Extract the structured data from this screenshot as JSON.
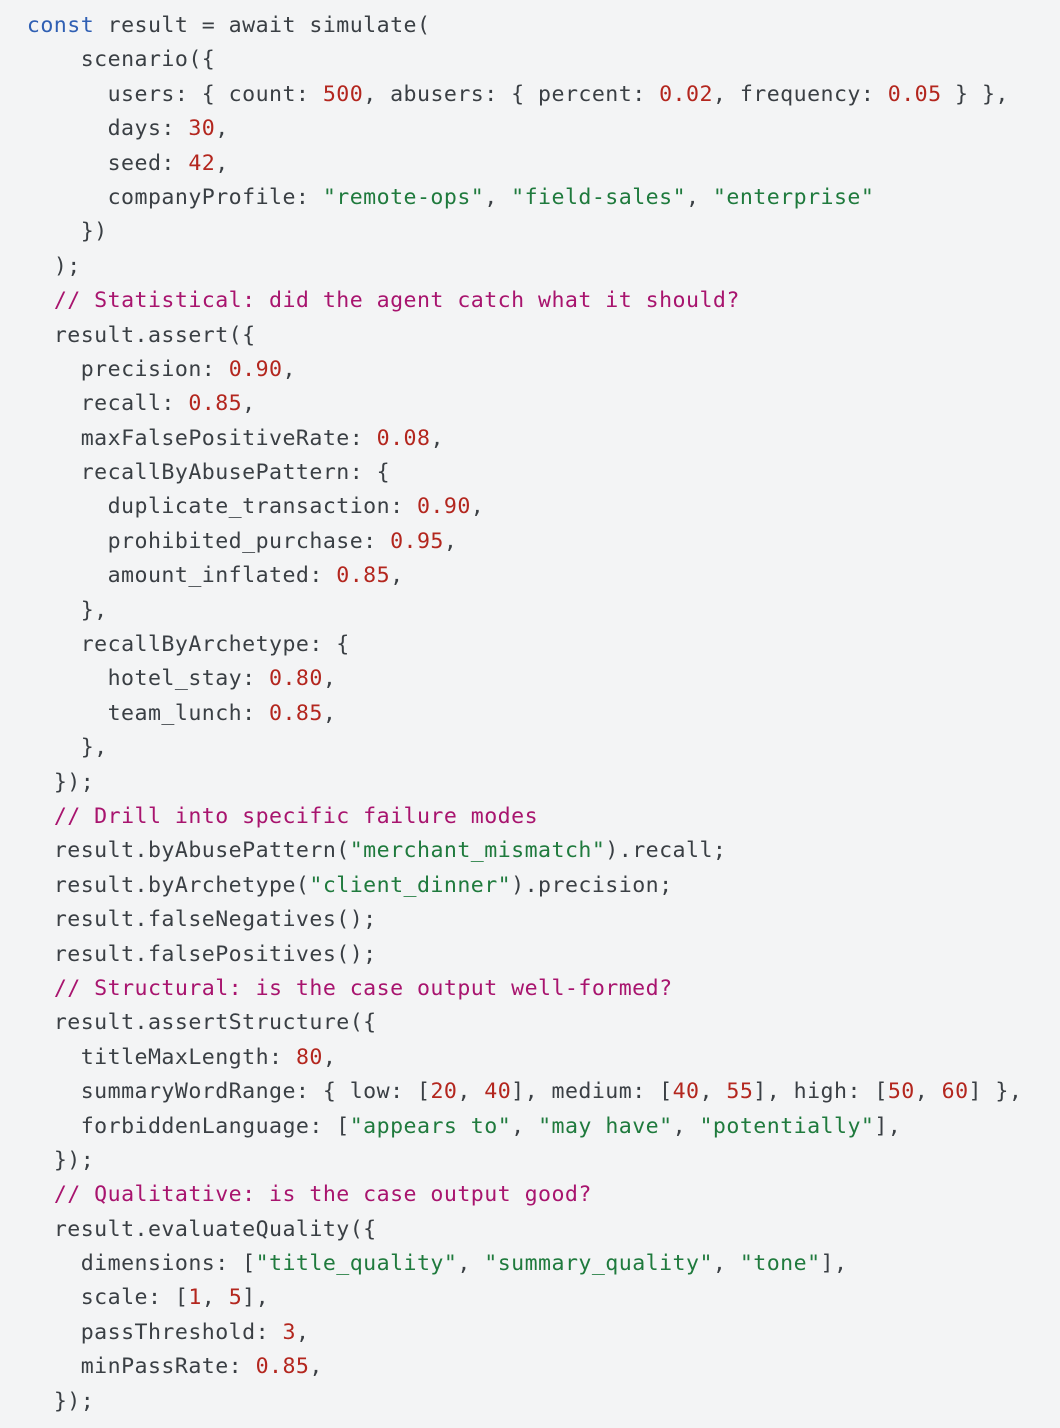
{
  "colors": {
    "background": "#f3f4f5",
    "text": "#3a3f44",
    "keyword": "#2f5fb3",
    "number": "#b3261e",
    "string": "#1f7a3d",
    "comment": "#a8146e"
  },
  "code": {
    "lines": [
      {
        "indent": "  ",
        "tokens": [
          {
            "t": "kw",
            "v": "const"
          },
          {
            "t": "pl",
            "v": " result = await simulate("
          }
        ]
      },
      {
        "indent": "      ",
        "tokens": [
          {
            "t": "pl",
            "v": "scenario({"
          }
        ]
      },
      {
        "indent": "        ",
        "tokens": [
          {
            "t": "pl",
            "v": "users: { count: "
          },
          {
            "t": "num",
            "v": "500"
          },
          {
            "t": "pl",
            "v": ", abusers: { percent: "
          },
          {
            "t": "num",
            "v": "0.02"
          },
          {
            "t": "pl",
            "v": ", frequency: "
          },
          {
            "t": "num",
            "v": "0.05"
          },
          {
            "t": "pl",
            "v": " } },"
          }
        ]
      },
      {
        "indent": "        ",
        "tokens": [
          {
            "t": "pl",
            "v": "days: "
          },
          {
            "t": "num",
            "v": "30"
          },
          {
            "t": "pl",
            "v": ","
          }
        ]
      },
      {
        "indent": "        ",
        "tokens": [
          {
            "t": "pl",
            "v": "seed: "
          },
          {
            "t": "num",
            "v": "42"
          },
          {
            "t": "pl",
            "v": ","
          }
        ]
      },
      {
        "indent": "        ",
        "tokens": [
          {
            "t": "pl",
            "v": "companyProfile: "
          },
          {
            "t": "str",
            "v": "\"remote-ops\""
          },
          {
            "t": "pl",
            "v": ", "
          },
          {
            "t": "str",
            "v": "\"field-sales\""
          },
          {
            "t": "pl",
            "v": ", "
          },
          {
            "t": "str",
            "v": "\"enterprise\""
          }
        ]
      },
      {
        "indent": "      ",
        "tokens": [
          {
            "t": "pl",
            "v": "})"
          }
        ]
      },
      {
        "indent": "    ",
        "tokens": [
          {
            "t": "pl",
            "v": ");"
          }
        ]
      },
      {
        "indent": "    ",
        "tokens": [
          {
            "t": "com",
            "v": "// Statistical: did the agent catch what it should?"
          }
        ]
      },
      {
        "indent": "    ",
        "tokens": [
          {
            "t": "pl",
            "v": "result.assert({"
          }
        ]
      },
      {
        "indent": "      ",
        "tokens": [
          {
            "t": "pl",
            "v": "precision: "
          },
          {
            "t": "num",
            "v": "0.90"
          },
          {
            "t": "pl",
            "v": ","
          }
        ]
      },
      {
        "indent": "      ",
        "tokens": [
          {
            "t": "pl",
            "v": "recall: "
          },
          {
            "t": "num",
            "v": "0.85"
          },
          {
            "t": "pl",
            "v": ","
          }
        ]
      },
      {
        "indent": "      ",
        "tokens": [
          {
            "t": "pl",
            "v": "maxFalsePositiveRate: "
          },
          {
            "t": "num",
            "v": "0.08"
          },
          {
            "t": "pl",
            "v": ","
          }
        ]
      },
      {
        "indent": "      ",
        "tokens": [
          {
            "t": "pl",
            "v": "recallByAbusePattern: {"
          }
        ]
      },
      {
        "indent": "        ",
        "tokens": [
          {
            "t": "pl",
            "v": "duplicate_transaction: "
          },
          {
            "t": "num",
            "v": "0.90"
          },
          {
            "t": "pl",
            "v": ","
          }
        ]
      },
      {
        "indent": "        ",
        "tokens": [
          {
            "t": "pl",
            "v": "prohibited_purchase: "
          },
          {
            "t": "num",
            "v": "0.95"
          },
          {
            "t": "pl",
            "v": ","
          }
        ]
      },
      {
        "indent": "        ",
        "tokens": [
          {
            "t": "pl",
            "v": "amount_inflated: "
          },
          {
            "t": "num",
            "v": "0.85"
          },
          {
            "t": "pl",
            "v": ","
          }
        ]
      },
      {
        "indent": "      ",
        "tokens": [
          {
            "t": "pl",
            "v": "},"
          }
        ]
      },
      {
        "indent": "      ",
        "tokens": [
          {
            "t": "pl",
            "v": "recallByArchetype: {"
          }
        ]
      },
      {
        "indent": "        ",
        "tokens": [
          {
            "t": "pl",
            "v": "hotel_stay: "
          },
          {
            "t": "num",
            "v": "0.80"
          },
          {
            "t": "pl",
            "v": ","
          }
        ]
      },
      {
        "indent": "        ",
        "tokens": [
          {
            "t": "pl",
            "v": "team_lunch: "
          },
          {
            "t": "num",
            "v": "0.85"
          },
          {
            "t": "pl",
            "v": ","
          }
        ]
      },
      {
        "indent": "      ",
        "tokens": [
          {
            "t": "pl",
            "v": "},"
          }
        ]
      },
      {
        "indent": "    ",
        "tokens": [
          {
            "t": "pl",
            "v": "});"
          }
        ]
      },
      {
        "indent": "    ",
        "tokens": [
          {
            "t": "com",
            "v": "// Drill into specific failure modes"
          }
        ]
      },
      {
        "indent": "    ",
        "tokens": [
          {
            "t": "pl",
            "v": "result.byAbusePattern("
          },
          {
            "t": "str",
            "v": "\"merchant_mismatch\""
          },
          {
            "t": "pl",
            "v": ").recall;"
          }
        ]
      },
      {
        "indent": "    ",
        "tokens": [
          {
            "t": "pl",
            "v": "result.byArchetype("
          },
          {
            "t": "str",
            "v": "\"client_dinner\""
          },
          {
            "t": "pl",
            "v": ").precision;"
          }
        ]
      },
      {
        "indent": "    ",
        "tokens": [
          {
            "t": "pl",
            "v": "result.falseNegatives();"
          }
        ]
      },
      {
        "indent": "    ",
        "tokens": [
          {
            "t": "pl",
            "v": "result.falsePositives();"
          }
        ]
      },
      {
        "indent": "    ",
        "tokens": [
          {
            "t": "com",
            "v": "// Structural: is the case output well-formed?"
          }
        ]
      },
      {
        "indent": "    ",
        "tokens": [
          {
            "t": "pl",
            "v": "result.assertStructure({"
          }
        ]
      },
      {
        "indent": "      ",
        "tokens": [
          {
            "t": "pl",
            "v": "titleMaxLength: "
          },
          {
            "t": "num",
            "v": "80"
          },
          {
            "t": "pl",
            "v": ","
          }
        ]
      },
      {
        "indent": "      ",
        "tokens": [
          {
            "t": "pl",
            "v": "summaryWordRange: { low: ["
          },
          {
            "t": "num",
            "v": "20"
          },
          {
            "t": "pl",
            "v": ", "
          },
          {
            "t": "num",
            "v": "40"
          },
          {
            "t": "pl",
            "v": "], medium: ["
          },
          {
            "t": "num",
            "v": "40"
          },
          {
            "t": "pl",
            "v": ", "
          },
          {
            "t": "num",
            "v": "55"
          },
          {
            "t": "pl",
            "v": "], high: ["
          },
          {
            "t": "num",
            "v": "50"
          },
          {
            "t": "pl",
            "v": ", "
          },
          {
            "t": "num",
            "v": "60"
          },
          {
            "t": "pl",
            "v": "] },"
          }
        ]
      },
      {
        "indent": "      ",
        "tokens": [
          {
            "t": "pl",
            "v": "forbiddenLanguage: ["
          },
          {
            "t": "str",
            "v": "\"appears to\""
          },
          {
            "t": "pl",
            "v": ", "
          },
          {
            "t": "str",
            "v": "\"may have\""
          },
          {
            "t": "pl",
            "v": ", "
          },
          {
            "t": "str",
            "v": "\"potentially\""
          },
          {
            "t": "pl",
            "v": "],"
          }
        ]
      },
      {
        "indent": "    ",
        "tokens": [
          {
            "t": "pl",
            "v": "});"
          }
        ]
      },
      {
        "indent": "    ",
        "tokens": [
          {
            "t": "com",
            "v": "// Qualitative: is the case output good?"
          }
        ]
      },
      {
        "indent": "    ",
        "tokens": [
          {
            "t": "pl",
            "v": "result.evaluateQuality({"
          }
        ]
      },
      {
        "indent": "      ",
        "tokens": [
          {
            "t": "pl",
            "v": "dimensions: ["
          },
          {
            "t": "str",
            "v": "\"title_quality\""
          },
          {
            "t": "pl",
            "v": ", "
          },
          {
            "t": "str",
            "v": "\"summary_quality\""
          },
          {
            "t": "pl",
            "v": ", "
          },
          {
            "t": "str",
            "v": "\"tone\""
          },
          {
            "t": "pl",
            "v": "],"
          }
        ]
      },
      {
        "indent": "      ",
        "tokens": [
          {
            "t": "pl",
            "v": "scale: ["
          },
          {
            "t": "num",
            "v": "1"
          },
          {
            "t": "pl",
            "v": ", "
          },
          {
            "t": "num",
            "v": "5"
          },
          {
            "t": "pl",
            "v": "],"
          }
        ]
      },
      {
        "indent": "      ",
        "tokens": [
          {
            "t": "pl",
            "v": "passThreshold: "
          },
          {
            "t": "num",
            "v": "3"
          },
          {
            "t": "pl",
            "v": ","
          }
        ]
      },
      {
        "indent": "      ",
        "tokens": [
          {
            "t": "pl",
            "v": "minPassRate: "
          },
          {
            "t": "num",
            "v": "0.85"
          },
          {
            "t": "pl",
            "v": ","
          }
        ]
      },
      {
        "indent": "    ",
        "tokens": [
          {
            "t": "pl",
            "v": "});"
          }
        ]
      }
    ]
  }
}
